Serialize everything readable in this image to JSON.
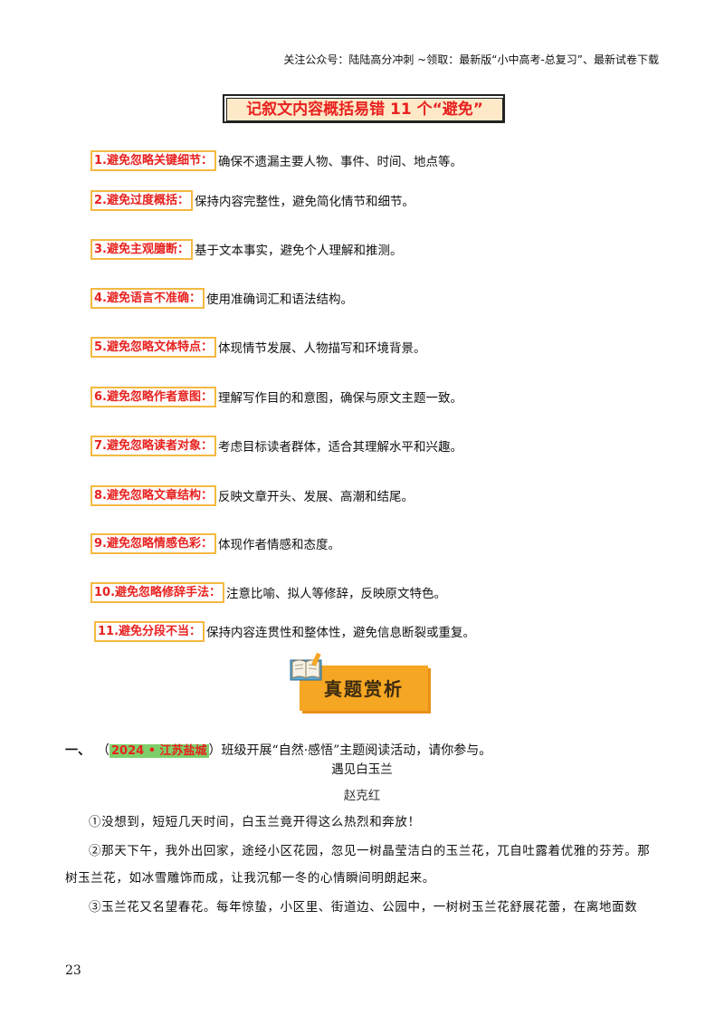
{
  "header": {
    "note": "关注公众号：陆陆高分冲刺 ~领取：最新版“小中高考-总复习”、最新试卷下载"
  },
  "title": "记叙文内容概括易错 11 个“避免”",
  "rules": [
    {
      "tag": "1.避免忽略关键细节：",
      "desc": "确保不遗漏主要人物、事件、时间、地点等。"
    },
    {
      "tag": "2.避免过度概括：",
      "desc": "保持内容完整性，避免简化情节和细节。"
    },
    {
      "tag": "3.避免主观臆断：",
      "desc": "基于文本事实，避免个人理解和推测。"
    },
    {
      "tag": "4.避免语言不准确：",
      "desc": "使用准确词汇和语法结构。"
    },
    {
      "tag": "5.避免忽略文体特点：",
      "desc": "体现情节发展、人物描写和环境背景。"
    },
    {
      "tag": "6.避免忽略作者意图：",
      "desc": "理解写作目的和意图，确保与原文主题一致。"
    },
    {
      "tag": "7.避免忽略读者对象：",
      "desc": "考虑目标读者群体，适合其理解水平和兴趣。"
    },
    {
      "tag": "8.避免忽略文章结构：",
      "desc": "反映文章开头、发展、高潮和结尾。"
    },
    {
      "tag": "9.避免忽略情感色彩：",
      "desc": "体现作者情感和态度。"
    },
    {
      "tag": "10.避免忽略修辞手法：",
      "desc": "注意比喻、拟人等修辞，反映原文特色。"
    },
    {
      "tag": "11.避免分段不当：",
      "desc": "保持内容连贯性和整体性，避免信息断裂或重复。"
    }
  ],
  "banner": {
    "label": "真题赏析"
  },
  "question": {
    "number": "一、",
    "open_paren": "（",
    "source": "2024 • 江苏盐城",
    "text": "）班级开展“自然·感悟”主题阅读活动，请你参与。"
  },
  "essay": {
    "title": "遇见白玉兰",
    "author": "赵克红",
    "paragraphs": [
      "①没想到，短短几天时间，白玉兰竟开得这么热烈和奔放！",
      "②那天下午，我外出回家，途经小区花园，忽见一树晶莹洁白的玉兰花，兀自吐露着优雅的芬芳。那树玉兰花，如冰雪雕饰而成，让我沉郁一冬的心情瞬间明朗起来。",
      "③玉兰花又名望春花。每年惊蛰，小区里、街道边、公园中，一树树玉兰花舒展花蕾，在离地面数"
    ]
  },
  "page_number": "23"
}
